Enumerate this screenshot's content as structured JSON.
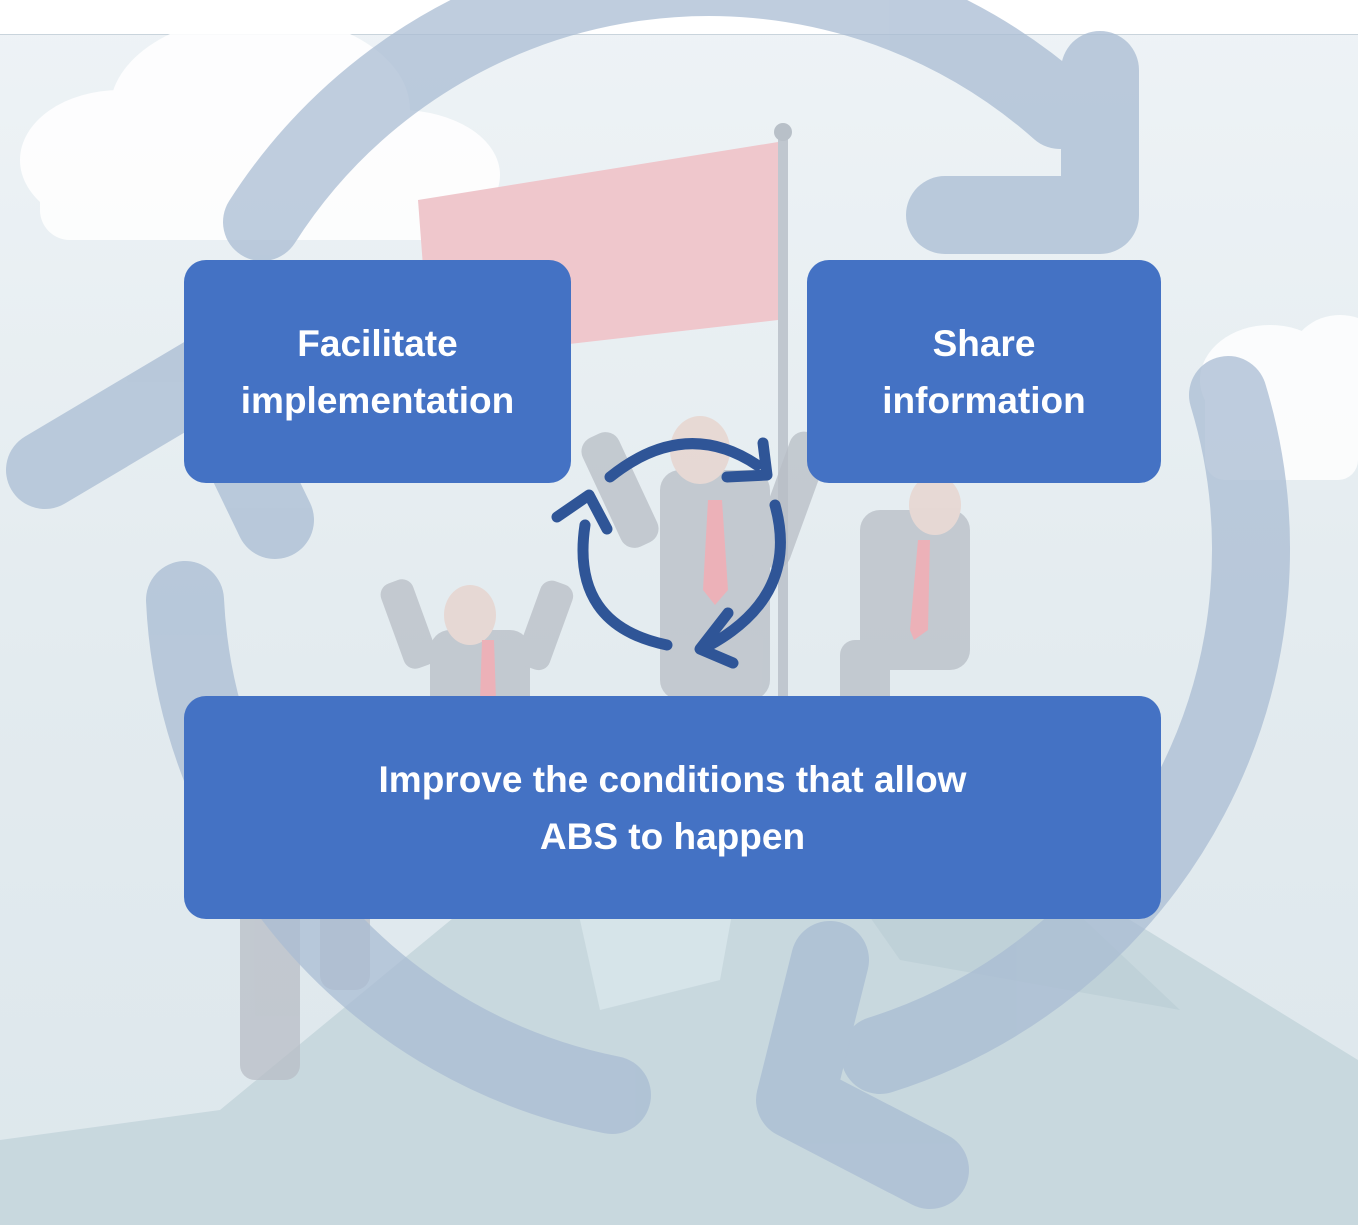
{
  "colors": {
    "box_fill": "#4472c4",
    "box_text": "#ffffff",
    "cycle_arrow": "#2f5597",
    "big_cycle_arrow": "#a9bcd3"
  },
  "icons": [
    "big-cycle-arrows-icon",
    "small-cycle-arrows-icon",
    "flag-icon",
    "cloud-icon",
    "mountain-icon",
    "businessmen-illustration"
  ],
  "boxes": {
    "facilitate": {
      "line1": "Facilitate",
      "line2": "implementation"
    },
    "share": {
      "line1": "Share",
      "line2": "information"
    },
    "improve": {
      "line1": "Improve the conditions that allow",
      "line2": "ABS to happen"
    }
  }
}
